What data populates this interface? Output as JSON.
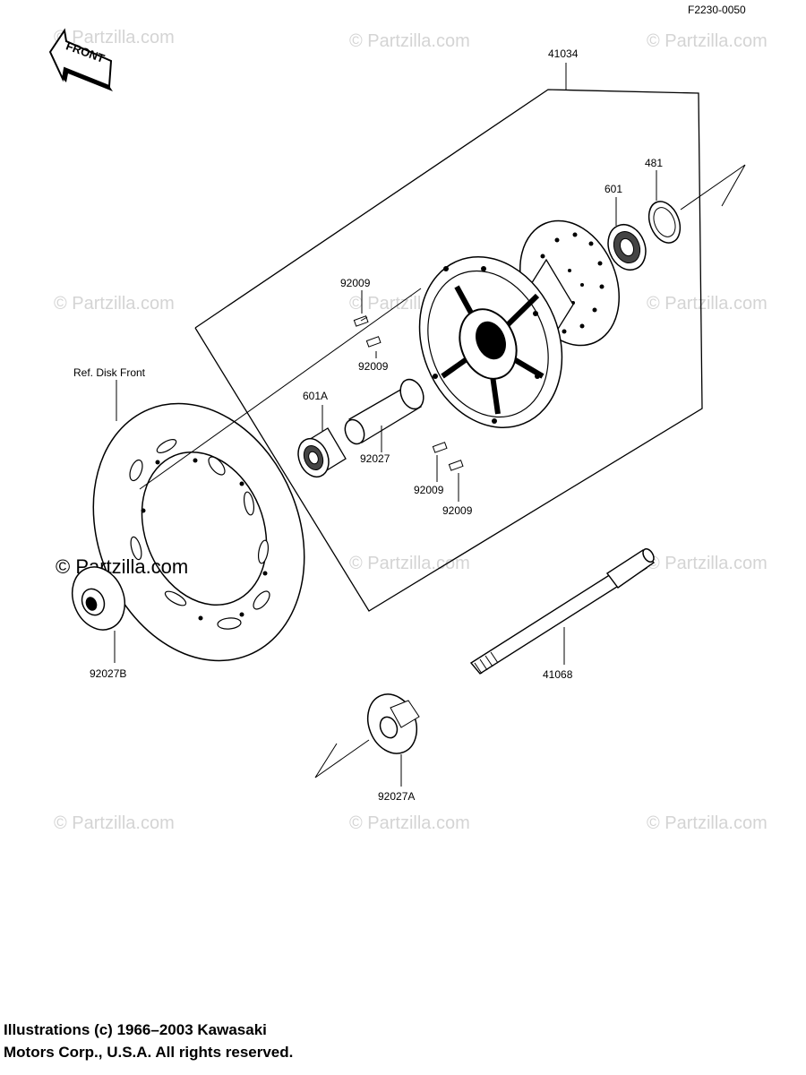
{
  "diagram_code": "F2230-0050",
  "front_arrow_label": "FRONT",
  "watermark": "© Partzilla.com",
  "reference_label": "Ref.  Disk Front",
  "parts": {
    "hub": "41034",
    "seal": "481",
    "bearing_right": "601",
    "bearing_left": "601A",
    "screw_1": "92009",
    "screw_2": "92009",
    "screw_3": "92009",
    "screw_4": "92009",
    "spacer": "92027",
    "collar_b": "92027B",
    "collar_a": "92027A",
    "axle": "41068"
  },
  "copyright": {
    "line1": "Illustrations (c) 1966–2003 Kawasaki",
    "line2": "Motors Corp., U.S.A.  All rights reserved."
  }
}
